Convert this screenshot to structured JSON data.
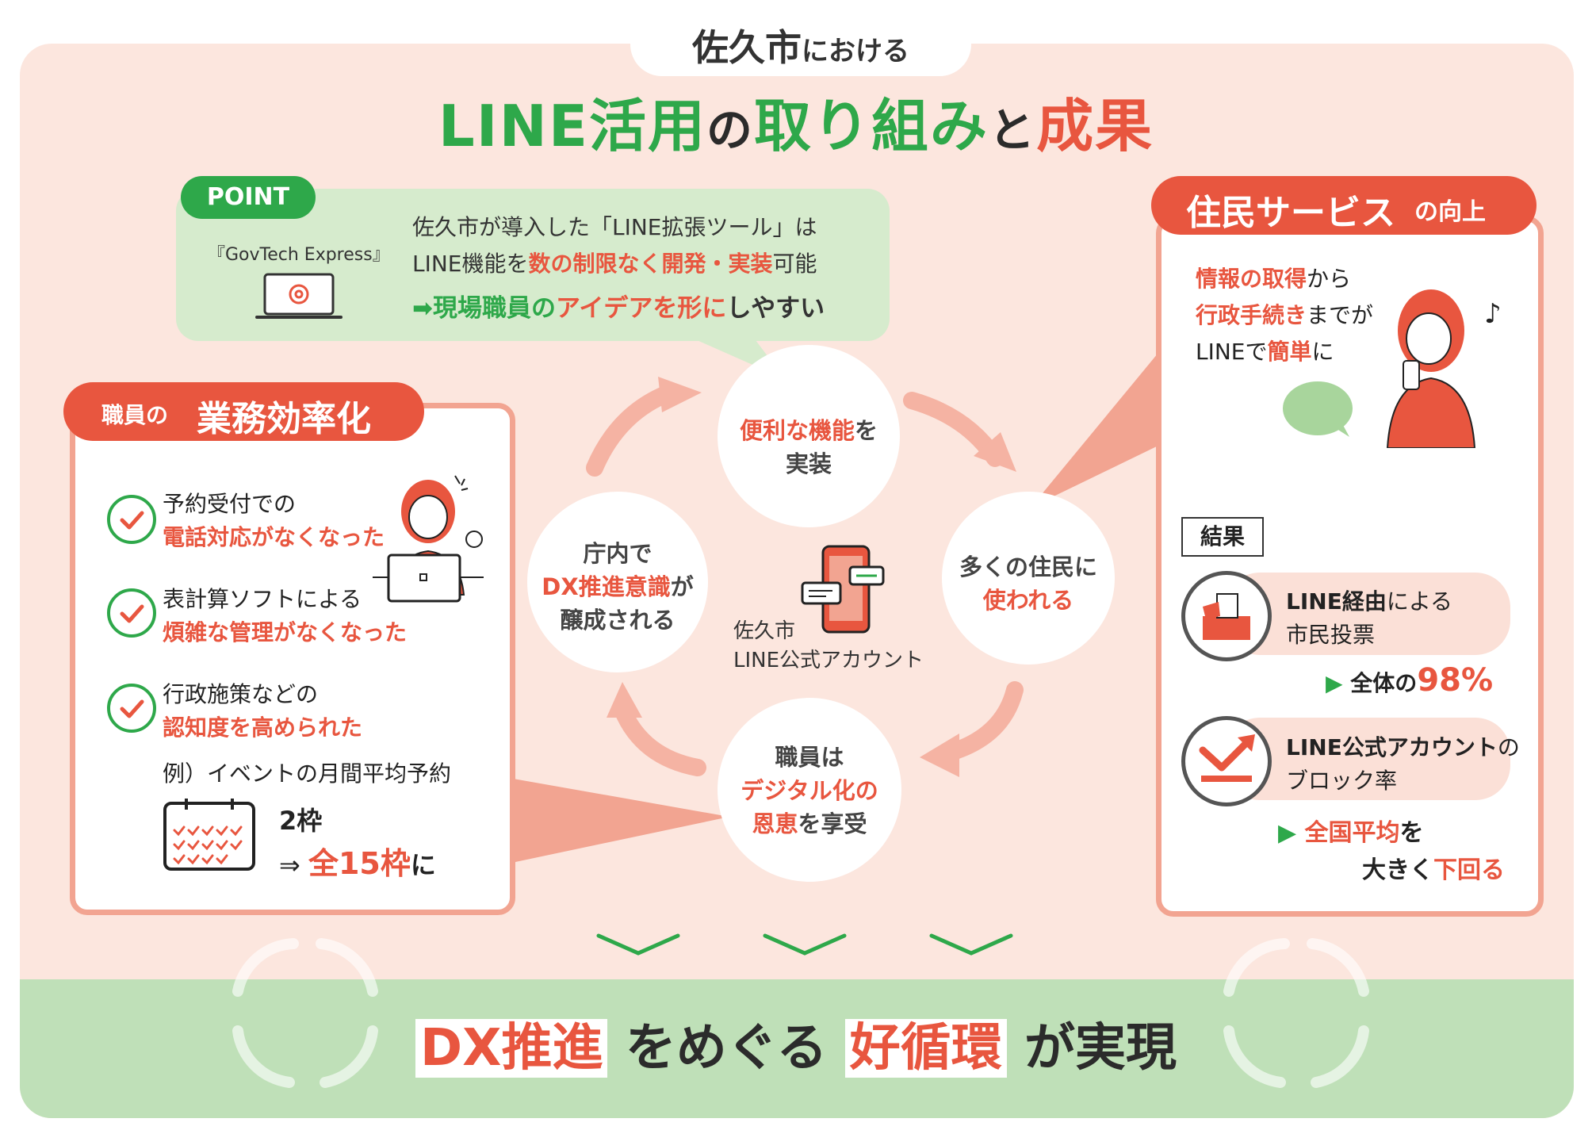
{
  "title": {
    "city": "佐久市",
    "city_suffix": "における",
    "line_part": "LINE活用",
    "no1": "の",
    "torikumi": "取り組み",
    "to": "と",
    "seika": "成果"
  },
  "point": {
    "badge": "POINT",
    "product": "『GovTech Express』",
    "line1": "佐久市が導入した「LINE拡張ツール」は",
    "line2_a": "LINE機能を",
    "line2_b": "数の制限なく開発・実装",
    "line2_c": "可能",
    "line3_a": "➡現場職員の",
    "line3_b": "アイデアを形に",
    "line3_c": "しやすい"
  },
  "staff": {
    "badge_small": "職員の",
    "badge_big": "業務効率化",
    "items": [
      {
        "line1": "予約受付での",
        "line2": "電話対応がなくなった"
      },
      {
        "line1": "表計算ソフトによる",
        "line2": "煩雑な管理がなくなった"
      },
      {
        "line1": "行政施策などの",
        "line2": "認知度を高められた"
      }
    ],
    "example": "例）イベントの月間平均予約",
    "before": "2枠",
    "arrow": "⇒",
    "after": "全15枠",
    "after_suffix": "に"
  },
  "cycle": {
    "top_a": "便利な機能",
    "top_b": "を",
    "top_c": "実装",
    "right_a": "多くの住民に",
    "right_b": "使われる",
    "bottom_a": "職員は",
    "bottom_b": "デジタル化の",
    "bottom_c": "恩恵",
    "bottom_d": "を享受",
    "left_a": "庁内で",
    "left_b": "DX推進意識",
    "left_c": "が",
    "left_d": "醸成される",
    "center_1": "佐久市",
    "center_2": "LINE公式アカウント"
  },
  "resident": {
    "badge_big": "住民サービス",
    "badge_small": "の向上",
    "l1_a": "情報の取得",
    "l1_b": "から",
    "l2_a": "行政手続き",
    "l2_b": "までが",
    "l3_a": "LINEで",
    "l3_b": "簡単",
    "l3_c": "に",
    "result_label": "結果",
    "vote_a": "LINE経由",
    "vote_b": "による",
    "vote_c": "市民投票",
    "vote_res_a": "全体の",
    "vote_res_b": "98%",
    "block_a": "LINE公式アカウント",
    "block_b": "の",
    "block_c": "ブロック率",
    "block_res_a": "全国平均",
    "block_res_b": "を",
    "block_res_c": "大きく",
    "block_res_d": "下回る"
  },
  "bottom": {
    "a": "DX推進",
    "b": "をめぐる",
    "c": "好循環",
    "d": "が実現"
  },
  "colors": {
    "green": "#2ea84a",
    "orange": "#e8563f",
    "pink_bg": "#fce6de",
    "green_bg": "#bfe0b8",
    "salmon": "#f2a491"
  }
}
